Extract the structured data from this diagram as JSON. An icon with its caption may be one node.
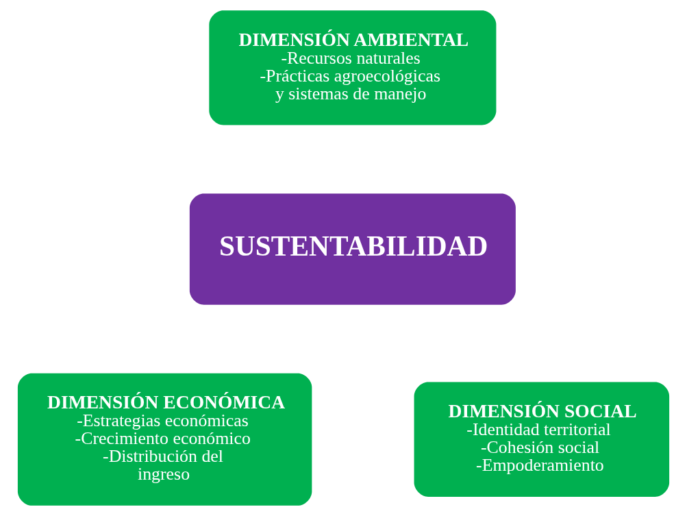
{
  "diagram": {
    "nodes": [
      {
        "text": [
          "DIMENSIÓN AMBIENTAL",
          "-Recursos naturales",
          "-Prácticas agroecológicas y sistemas de manejo"
        ]
      },
      {
        "text": [
          "SUSTENTABILIDAD"
        ]
      },
      {
        "text": [
          "DIMENSIÓN ECONÓMICA",
          "-Estrategias económicas",
          "-Crecimiento económico",
          "-Distribución del ingreso"
        ]
      },
      {
        "text": [
          "DIMENSIÓN SOCIAL",
          "-Identidad territorial",
          "-Cohesión social",
          "-Empoderamiento"
        ]
      }
    ],
    "edges": []
  }
}
